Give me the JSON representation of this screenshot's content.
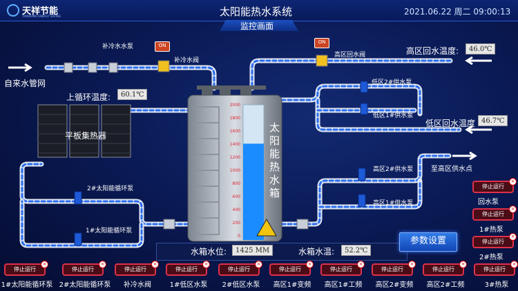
{
  "header": {
    "logo_cn": "天祥节能",
    "logo_en": "TIANXIANG ENERGY SAVING",
    "title": "太阳能热水系统",
    "subtitle": "监控画面",
    "datetime": "2021.06.22 周二 09:00:13"
  },
  "labels": {
    "water_supply": "自来水管网",
    "cold_pump": "补冷水水泵",
    "cold_valve": "补冷水阀",
    "high_return_valve": "高区回水阀",
    "high_return_temp_label": "高区回水温度:",
    "low_return_temp_label": "低区回水温度",
    "upper_loop_temp_label": "上循环温度:",
    "collector": "平板集热器",
    "tank": "太阳能热水箱",
    "solar_pump_2": "2#太阳能循环泵",
    "solar_pump_1": "1#太阳能循环泵",
    "low_pump_2": "低区2#供水泵",
    "low_pump_1": "低区1#供水泵",
    "high_pump_2": "高区2#供水泵",
    "high_pump_1": "高区1#供水泵",
    "to_high_supply": "至高区供水点",
    "tank_level_label": "水箱水位:",
    "tank_temp_label": "水箱水温:",
    "return_water": "回水泵",
    "heat_pump_1": "1#热泵",
    "heat_pump_2": "2#热泵"
  },
  "values": {
    "high_return_temp": "46.0℃",
    "low_return_temp": "46.7℃",
    "upper_loop_temp": "60.1℃",
    "tank_level": "1425 MM",
    "tank_temp": "52.2℃",
    "tank_level_mm": 1425,
    "tank_max_mm": 2000
  },
  "tank_scale": [
    "2000",
    "1800",
    "1600",
    "1400",
    "1200",
    "1000",
    "800",
    "600",
    "400",
    "200",
    "0"
  ],
  "onoff_label": "ON",
  "param_button": "参数设置",
  "stop_label": "停止运行",
  "bottom_buttons": [
    {
      "label": "1#太阳能循环泵"
    },
    {
      "label": "2#太阳能循环泵"
    },
    {
      "label": "补冷水阀"
    },
    {
      "label": "1#低区水泵"
    },
    {
      "label": "2#低区水泵"
    },
    {
      "label": "高区1#变频"
    },
    {
      "label": "高区1#工频"
    },
    {
      "label": "高区2#变频"
    },
    {
      "label": "高区2#工频"
    },
    {
      "label": "3#热泵"
    }
  ],
  "colors": {
    "pipe": "#dfe6f0",
    "flow": "#2a6cf0",
    "water": "#1a8cff",
    "stop_border": "#e0304a"
  }
}
